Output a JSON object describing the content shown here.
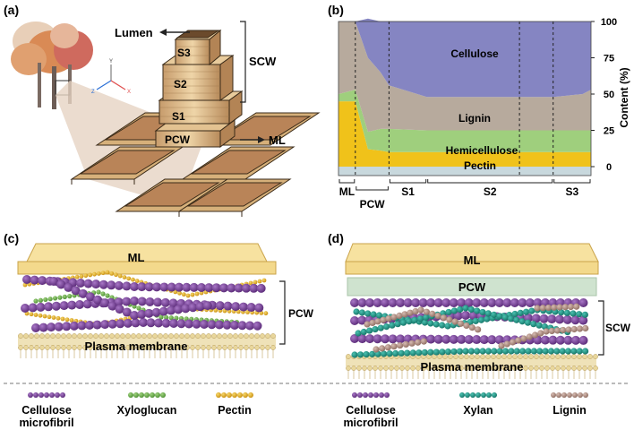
{
  "panels": {
    "a": "(a)",
    "b": "(b)",
    "c": "(c)",
    "d": "(d)"
  },
  "panel_a": {
    "lumen": "Lumen",
    "s3": "S3",
    "s2": "S2",
    "s1": "S1",
    "pcw": "PCW",
    "scw": "SCW",
    "ml": "ML",
    "axes": {
      "y": "Y",
      "z": "Z",
      "x": "X"
    }
  },
  "chart_data": {
    "type": "area",
    "title": "",
    "xlabel": "",
    "ylabel": "Content (%)",
    "ylim": [
      0,
      100
    ],
    "yticks": [
      0,
      25,
      50,
      75,
      100
    ],
    "layer_regions": [
      "ML",
      "PCW",
      "S1",
      "S2",
      "S3"
    ],
    "x": [
      0,
      4,
      7,
      10,
      12,
      21,
      43,
      51,
      58,
      60
    ],
    "series": [
      {
        "name": "Pectin",
        "values": [
          45,
          45,
          12,
          11,
          10,
          10,
          10,
          10,
          10,
          10
        ],
        "color": "#f0c21a"
      },
      {
        "name": "Hemicellulose",
        "values": [
          5,
          8,
          12,
          15,
          16,
          15,
          15,
          15,
          15,
          15
        ],
        "color": "#9fcf7d"
      },
      {
        "name": "Lignin",
        "values": [
          50,
          47,
          51,
          39,
          30,
          23,
          23,
          23,
          25,
          28
        ],
        "color": "#b7aa9d"
      },
      {
        "name": "Cellulose",
        "values": [
          0,
          0,
          27,
          35,
          44,
          52,
          52,
          52,
          50,
          47
        ],
        "color": "#8585c2"
      }
    ],
    "base_band_color": "#c8d8dd",
    "series_labels": [
      "Cellulose",
      "Lignin",
      "Hemicellulose",
      "Pectin"
    ]
  },
  "panel_c": {
    "ml": "ML",
    "pcw": "PCW",
    "membrane": "Plasma membrane"
  },
  "panel_d": {
    "ml": "ML",
    "pcw": "PCW",
    "scw": "SCW",
    "membrane": "Plasma membrane"
  },
  "legend": [
    {
      "label": "Cellulose\nmicrofibril",
      "color": "#7b3e98"
    },
    {
      "label": "Xyloglucan",
      "color": "#6cb34b"
    },
    {
      "label": "Pectin",
      "color": "#e9b92c"
    },
    {
      "label": "Cellulose\nmicrofibril",
      "color": "#7b3e98"
    },
    {
      "label": "Xylan",
      "color": "#1f9a8a"
    },
    {
      "label": "Lignin",
      "color": "#b08f84"
    }
  ]
}
